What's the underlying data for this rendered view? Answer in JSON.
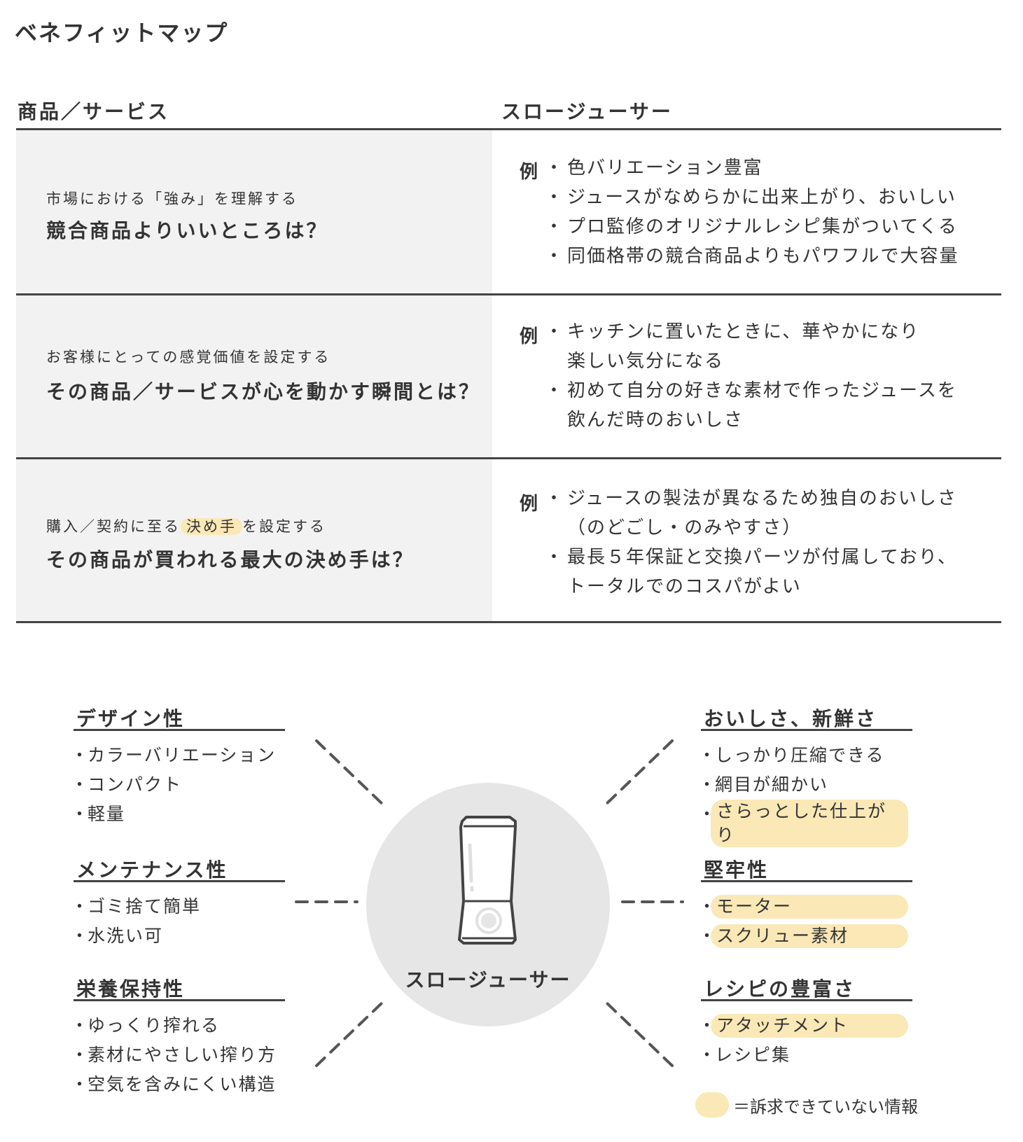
{
  "title": "ベネフィットマップ",
  "header": {
    "left": "商品／サービス",
    "right": "スロージューサー"
  },
  "rows": [
    {
      "sub": "市場における「強み」を理解する",
      "question": "競合商品よりいいところは？",
      "rei": "例",
      "items": [
        "色バリエーション豊富",
        "ジュースがなめらかに出来上がり、おいしい",
        "プロ監修のオリジナルレシピ集がついてくる",
        "同価格帯の競合商品よりもパワフルで大容量"
      ]
    },
    {
      "sub": "お客様にとっての感覚価値を設定する",
      "question": "その商品／サービスが心を動かす瞬間とは？",
      "rei": "例",
      "items": [
        "キッチンに置いたときに、華やかになり",
        "楽しい気分になる",
        "初めて自分の好きな素材で作ったジュースを",
        "飲んだ時のおいしさ"
      ]
    },
    {
      "sub_pre": "購入／契約に至る",
      "sub_hl": "決め手",
      "sub_post": "を設定する",
      "question": "その商品が買われる最大の決め手は？",
      "rei": "例",
      "items": [
        "ジュースの製法が異なるため独自のおいしさ",
        "（のどごし・のみやすさ）",
        "最長５年保証と交換パーツが付属しており、",
        "トータルでのコスパがよい"
      ]
    }
  ],
  "center": {
    "label": "スロージューサー"
  },
  "left_groups": [
    {
      "title": "デザイン性",
      "items": [
        "カラーバリエーション",
        "コンパクト",
        "軽量"
      ]
    },
    {
      "title": "メンテナンス性",
      "items": [
        "ゴミ捨て簡単",
        "水洗い可"
      ]
    },
    {
      "title": "栄養保持性",
      "items": [
        "ゆっくり搾れる",
        "素材にやさしい搾り方",
        "空気を含みにくい構造"
      ]
    }
  ],
  "right_groups": [
    {
      "title": "おいしさ、新鮮さ",
      "items": [
        "しっかり圧縮できる",
        "網目が細かい",
        "さらっとした仕上がり"
      ]
    },
    {
      "title": "堅牢性",
      "items": [
        "モーター",
        "スクリュー素材"
      ]
    },
    {
      "title": "レシピの豊富さ",
      "items": [
        "アタッチメント",
        "レシピ集"
      ]
    }
  ],
  "legend": {
    "text": "＝訴求できていない情報"
  },
  "colors": {
    "highlight": "#fae8b6",
    "gray": "#f2f2f2",
    "circle": "#e6e6e6",
    "line": "#444444"
  }
}
